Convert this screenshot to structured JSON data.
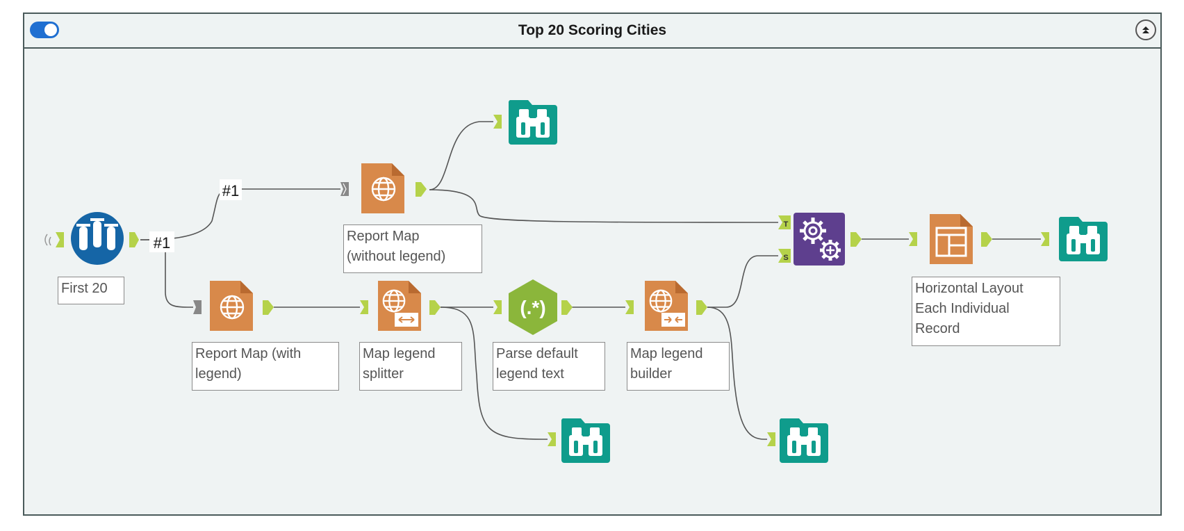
{
  "container": {
    "title": "Top 20 Scoring Cities",
    "toggle_state": "on",
    "collapse_icon": "double-chevron-up-icon"
  },
  "connection_labels": {
    "from_first20_top": "#1",
    "from_first20_bottom": "#1"
  },
  "anchor_letters": {
    "tile_top": "T",
    "tile_bottom": "S"
  },
  "tools": [
    {
      "id": "first20",
      "icon": "sample-icon",
      "label": "First 20",
      "color": "#1565a6"
    },
    {
      "id": "report-map-no-legend",
      "icon": "report-map-icon",
      "label": "Report Map\n(without legend)",
      "color": "#d8894a"
    },
    {
      "id": "report-map-with-legend",
      "icon": "report-map-icon",
      "label": "Report Map (with\nlegend)",
      "color": "#d8894a"
    },
    {
      "id": "legend-splitter",
      "icon": "map-legend-splitter-icon",
      "label": "Map legend\nsplitter",
      "color": "#d8894a"
    },
    {
      "id": "regex",
      "icon": "regex-icon",
      "label": "Parse default\nlegend text",
      "color": "#8bb63b"
    },
    {
      "id": "legend-builder",
      "icon": "map-legend-builder-icon",
      "label": "Map legend\nbuilder",
      "color": "#d8894a"
    },
    {
      "id": "overlay",
      "icon": "overlay-gears-icon",
      "label": "",
      "color": "#5e3f8e"
    },
    {
      "id": "layout",
      "icon": "layout-icon",
      "label": "Horizontal Layout\nEach Individual\nRecord",
      "color": "#d8894a"
    },
    {
      "id": "browse1",
      "icon": "browse-binoculars-icon",
      "label": "",
      "color": "#0f9c8c"
    },
    {
      "id": "browse2",
      "icon": "browse-binoculars-icon",
      "label": "",
      "color": "#0f9c8c"
    },
    {
      "id": "browse3",
      "icon": "browse-binoculars-icon",
      "label": "",
      "color": "#0f9c8c"
    },
    {
      "id": "browse4",
      "icon": "browse-binoculars-icon",
      "label": "",
      "color": "#0f9c8c"
    }
  ],
  "colors": {
    "anchor": "#b5d24a",
    "connection": "#555555",
    "border": "#4a5a5a"
  }
}
